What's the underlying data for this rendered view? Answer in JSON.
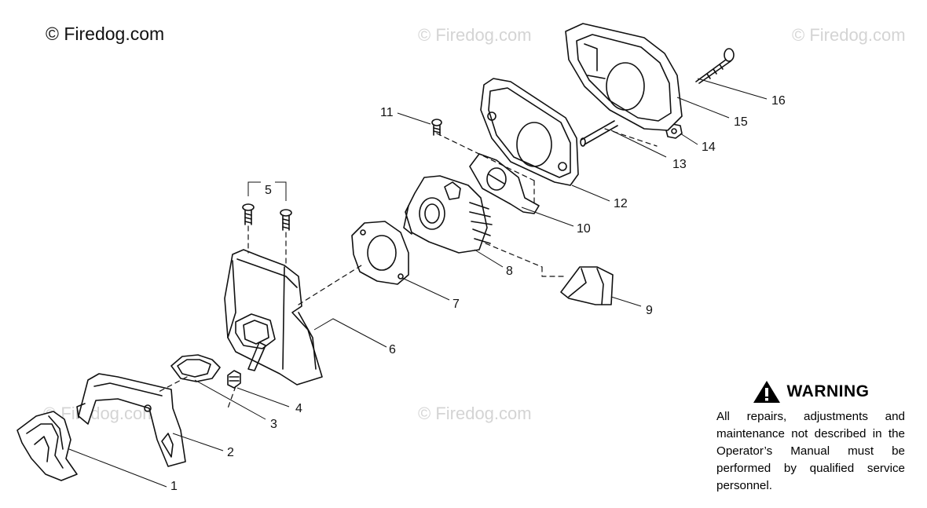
{
  "copyright": "© Firedog.com",
  "watermark": "© Firedog.com",
  "part_numbers": [
    "1",
    "2",
    "3",
    "4",
    "5",
    "6",
    "7",
    "8",
    "9",
    "10",
    "11",
    "12",
    "13",
    "14",
    "15",
    "16"
  ],
  "warning": {
    "title": "WARNING",
    "text": "All repairs, adjustments and maintenance not described in the Operator’s Manual must be performed by qualified service personnel."
  }
}
